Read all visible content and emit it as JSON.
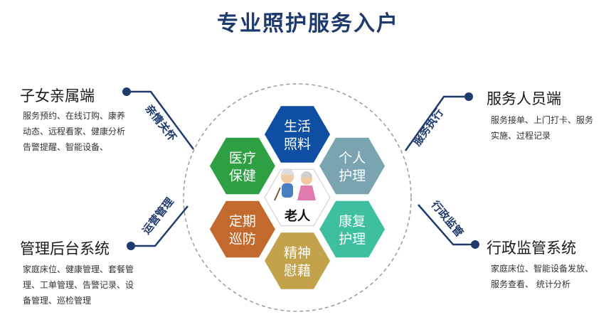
{
  "title": "专业照护服务入户",
  "center": {
    "label": "老人"
  },
  "hexes": [
    {
      "key": "life",
      "lines": [
        "生活",
        "照料"
      ],
      "color": "#0f4fa3"
    },
    {
      "key": "personal",
      "lines": [
        "个人",
        "护理"
      ],
      "color": "#7aa5b0"
    },
    {
      "key": "rehab",
      "lines": [
        "康复",
        "护理"
      ],
      "color": "#3dbfa0"
    },
    {
      "key": "spirit",
      "lines": [
        "精神",
        "慰藉"
      ],
      "color": "#c3a24c"
    },
    {
      "key": "patrol",
      "lines": [
        "定期",
        "巡防"
      ],
      "color": "#c2692d"
    },
    {
      "key": "medical",
      "lines": [
        "医疗",
        "保健"
      ],
      "color": "#2ea043"
    }
  ],
  "panels": {
    "family": {
      "title": "子女亲属端",
      "desc": [
        "服务预约、在线订购、康养",
        "动态、远程看家、健康分析",
        "告警提醒、智能设备、"
      ],
      "link": "亲情关怀"
    },
    "staff": {
      "title": "服务人员端",
      "desc": [
        "服务接单、上门打卡、服务",
        "实施、过程记录"
      ],
      "link": "服务执行"
    },
    "admin": {
      "title": "管理后台系统",
      "desc": [
        "家庭床位、健康管理、套餐管",
        "理、工单管理、告警记录、设",
        "备管理、巡检管理"
      ],
      "link": "运营管理"
    },
    "gov": {
      "title": "行政监管系统",
      "desc": [
        "家庭床位、智能设备发放、",
        "服务查看、 统计分析"
      ],
      "link": "行政监管"
    }
  },
  "colors": {
    "accent": "#1f3b6e",
    "dot": "#1f3b6e"
  }
}
